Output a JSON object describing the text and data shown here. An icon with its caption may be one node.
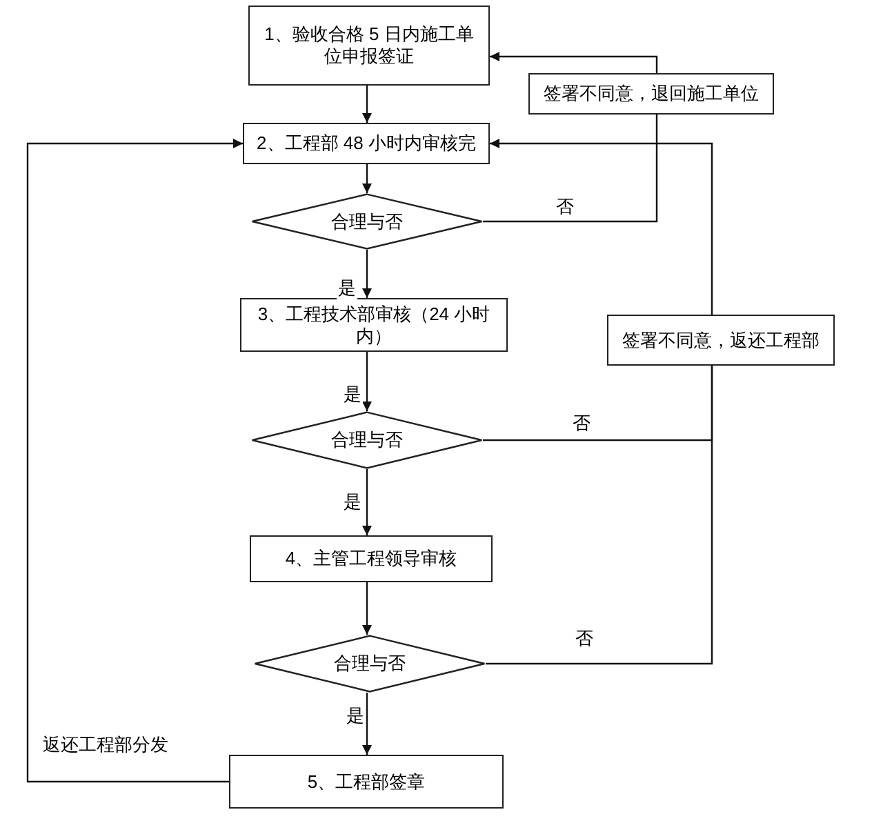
{
  "diagram": {
    "nodes": [
      {
        "text": [
          "1、验收合格 5 日内施工单位申报签证"
        ]
      },
      {
        "text": [
          "2、工程部 48 小时内审核完"
        ]
      },
      {
        "text": [
          "合理与否"
        ]
      },
      {
        "text": [
          "3、工程技术部审核（24 小时内）"
        ]
      },
      {
        "text": [
          "合理与否"
        ]
      },
      {
        "text": [
          "4、主管工程领导审核"
        ]
      },
      {
        "text": [
          "合理与否"
        ]
      },
      {
        "text": [
          "5、工程部签章"
        ]
      },
      {
        "text": [
          "签署不同意，退回施工单位"
        ]
      },
      {
        "text": [
          "签署不同意，返还工程部"
        ]
      }
    ],
    "edges": [
      {
        "from": 0,
        "to": 1,
        "arrow": "to"
      },
      {
        "from": 1,
        "to": 2,
        "arrow": "to"
      },
      {
        "from": 2,
        "to": 3,
        "arrow": "to",
        "label": "是"
      },
      {
        "from": 3,
        "to": 4,
        "arrow": "to",
        "label": "是"
      },
      {
        "from": 4,
        "to": 5,
        "arrow": "to",
        "label": "是"
      },
      {
        "from": 5,
        "to": 6,
        "arrow": "to"
      },
      {
        "from": 6,
        "to": 7,
        "arrow": "to",
        "label": "是"
      },
      {
        "from": 2,
        "to": 8,
        "arrow": "none",
        "label": "否"
      },
      {
        "from": 8,
        "to": 0,
        "arrow": "to"
      },
      {
        "from": 4,
        "to": 9,
        "arrow": "none",
        "label": "否"
      },
      {
        "from": 6,
        "to": 9,
        "arrow": "none",
        "label": "否"
      },
      {
        "from": 9,
        "to": 1,
        "arrow": "to"
      },
      {
        "from": 7,
        "to": 1,
        "arrow": "to",
        "label": "返还工程部分发"
      }
    ]
  }
}
